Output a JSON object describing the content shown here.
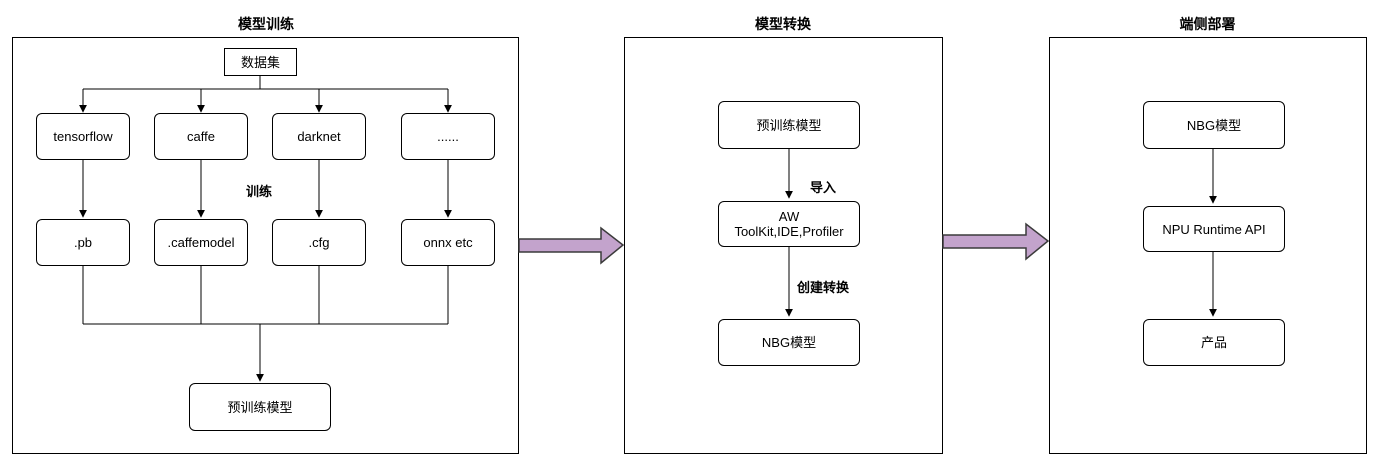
{
  "sections": {
    "training": {
      "title": "模型训练"
    },
    "conversion": {
      "title": "模型转换"
    },
    "deploy": {
      "title": "端侧部署"
    }
  },
  "training": {
    "dataset": "数据集",
    "frameworks": [
      "tensorflow",
      "caffe",
      "darknet",
      "......"
    ],
    "train_label": "训练",
    "formats": [
      ".pb",
      ".caffemodel",
      ".cfg",
      "onnx  etc"
    ],
    "pretrained": "预训练模型"
  },
  "conversion": {
    "pretrained": "预训练模型",
    "import_label": "导入",
    "tool": "AW\nToolKit,IDE,Profiler",
    "create_label": "创建转换",
    "nbg": "NBG模型"
  },
  "deploy": {
    "nbg": "NBG模型",
    "runtime": "NPU Runtime API",
    "product": "产品"
  },
  "colors": {
    "flow_arrow_fill": "#c3a3cc",
    "flow_arrow_stroke": "#3b3b3b",
    "line": "#000000"
  }
}
